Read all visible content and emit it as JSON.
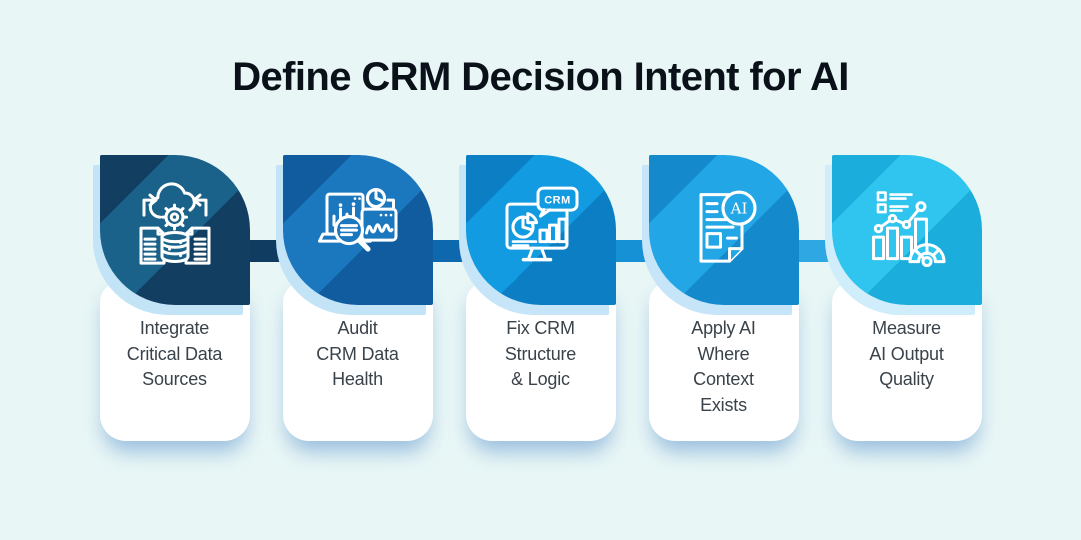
{
  "page": {
    "background": "#E8F6F6"
  },
  "title": {
    "text": "Define CRM Decision Intent for AI",
    "color": "#0B1119"
  },
  "label_color": "#3A424A",
  "cards": [
    {
      "label": "Integrate\nCritical Data\nSources",
      "icon": "data-integration-icon",
      "bubble_main": "#1A6289",
      "bubble_dark": "#123F61",
      "shadow": "#C3E3F7"
    },
    {
      "label": "Audit\nCRM Data\nHealth",
      "icon": "data-audit-icon",
      "bubble_main": "#1B77BE",
      "bubble_dark": "#115C9E",
      "shadow": "#C3E3F7"
    },
    {
      "label": "Fix CRM\nStructure\n& Logic",
      "icon": "crm-structure-icon",
      "icon_text": "CRM",
      "bubble_main": "#129BE1",
      "bubble_dark": "#0B7EC4",
      "shadow": "#C6E5F8"
    },
    {
      "label": "Apply AI\nWhere\nContext\nExists",
      "icon": "ai-document-icon",
      "icon_text": "AI",
      "bubble_main": "#23A6E6",
      "bubble_dark": "#148ACC",
      "shadow": "#C6E5F8"
    },
    {
      "label": "Measure\nAI Output\nQuality",
      "icon": "output-quality-icon",
      "bubble_main": "#2FC5EE",
      "bubble_dark": "#1BADDC",
      "shadow": "#CFEDFB"
    }
  ],
  "connectors": [
    {
      "color": "#113C62"
    },
    {
      "color": "#0D68AE"
    },
    {
      "color": "#1791D6"
    },
    {
      "color": "#2EA7E2"
    }
  ]
}
